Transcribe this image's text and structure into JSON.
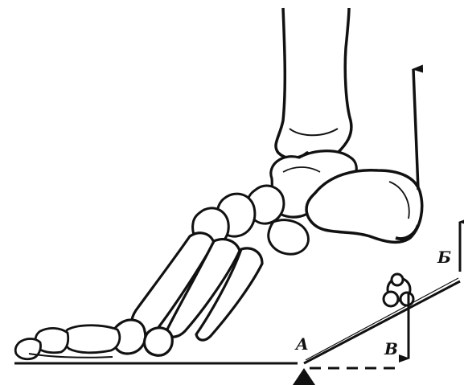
{
  "labels": {
    "a": "A",
    "b": "Б",
    "v": "В"
  },
  "colors": {
    "ink": "#111111",
    "paper": "#ffffff",
    "bone_fill": "#ffffff"
  },
  "icons": {
    "fulcrum": "triangle-fulcrum",
    "force_arrow": "arrow"
  }
}
